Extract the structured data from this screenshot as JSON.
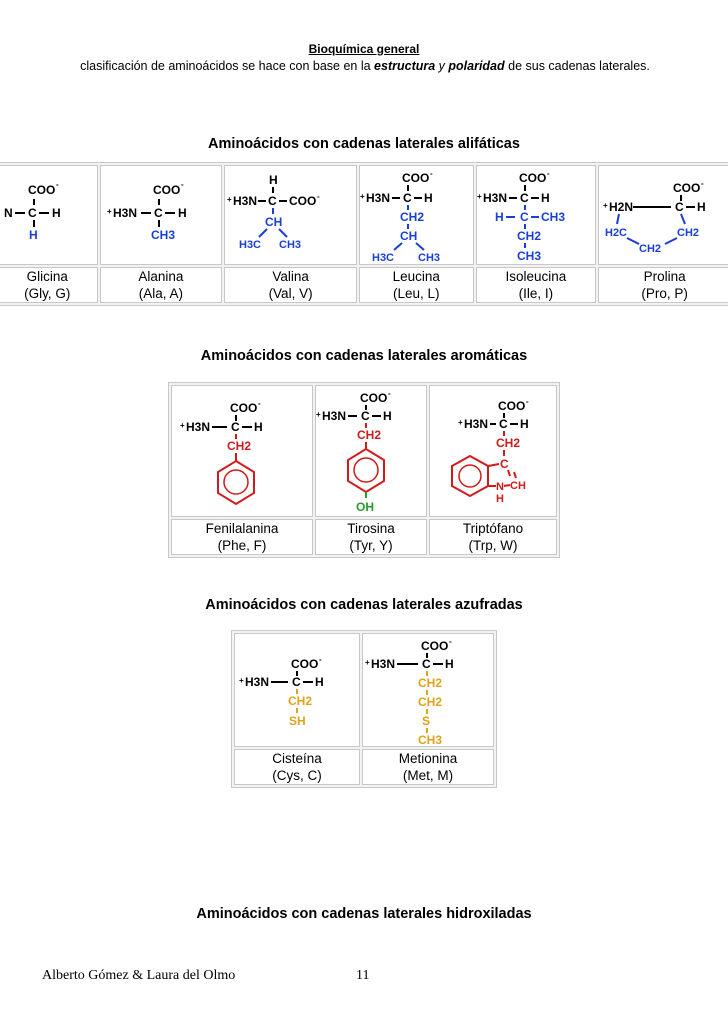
{
  "header": {
    "title": "Bioquímica general",
    "intro": {
      "pre": "clasificación de aminoácidos se hace con base en la ",
      "word1": "estructura",
      "mid": " y ",
      "word2": "polaridad",
      "post": " de sus cadenas laterales."
    }
  },
  "sections": {
    "aliphatic": {
      "heading": "Aminoácidos con cadenas laterales alifáticas",
      "items": [
        {
          "name": "Glicina",
          "code": "(Gly, G)"
        },
        {
          "name": "Alanina",
          "code": "(Ala, A)"
        },
        {
          "name": "Valina",
          "code": "(Val, V)"
        },
        {
          "name": "Leucina",
          "code": "(Leu, L)"
        },
        {
          "name": "Isoleucina",
          "code": "(Ile, I)"
        },
        {
          "name": "Prolina",
          "code": "(Pro, P)"
        }
      ]
    },
    "aromatic": {
      "heading": "Aminoácidos con cadenas laterales aromáticas",
      "items": [
        {
          "name": "Fenilalanina",
          "code": "(Phe, F)"
        },
        {
          "name": "Tirosina",
          "code": "(Tyr, Y)"
        },
        {
          "name": "Triptófano",
          "code": "(Trp, W)"
        }
      ]
    },
    "sulfur": {
      "heading": "Aminoácidos con cadenas laterales azufradas",
      "items": [
        {
          "name": "Cisteína",
          "code": "(Cys, C)"
        },
        {
          "name": "Metionina",
          "code": "(Met, M)"
        }
      ]
    },
    "hydroxyl": {
      "heading": "Aminoácidos con cadenas laterales hidroxiladas"
    }
  },
  "formula": {
    "coo": "COO",
    "h3n": "H3N",
    "h2n": "H2N",
    "nh": "N",
    "c": "C",
    "h": "H",
    "ch": "CH",
    "ch2": "CH2",
    "ch3": "CH3",
    "h3c": "H3C",
    "h2c": "H2C",
    "s": "S",
    "sh": "SH",
    "oh": "OH"
  },
  "colors": {
    "blue": "#1a3fd6",
    "red": "#d21a1a",
    "orange": "#e0a21b"
  },
  "footer": {
    "author": "Alberto Gómez & Laura del Olmo",
    "page": "11"
  }
}
